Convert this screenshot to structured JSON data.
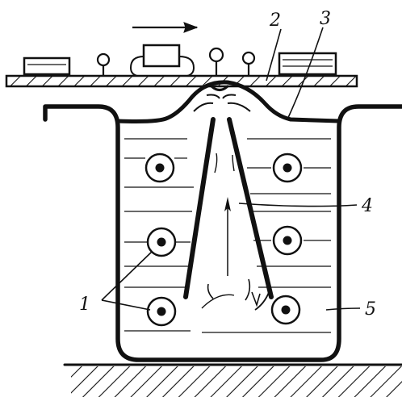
{
  "labels": {
    "l1": "1",
    "l2": "2",
    "l3": "3",
    "l4": "4",
    "l5": "5"
  },
  "colors": {
    "ink": "#111111",
    "background": "#ffffff"
  },
  "icons": {
    "motion": "arrow-right-icon",
    "flow": "arrow-up-icon"
  }
}
